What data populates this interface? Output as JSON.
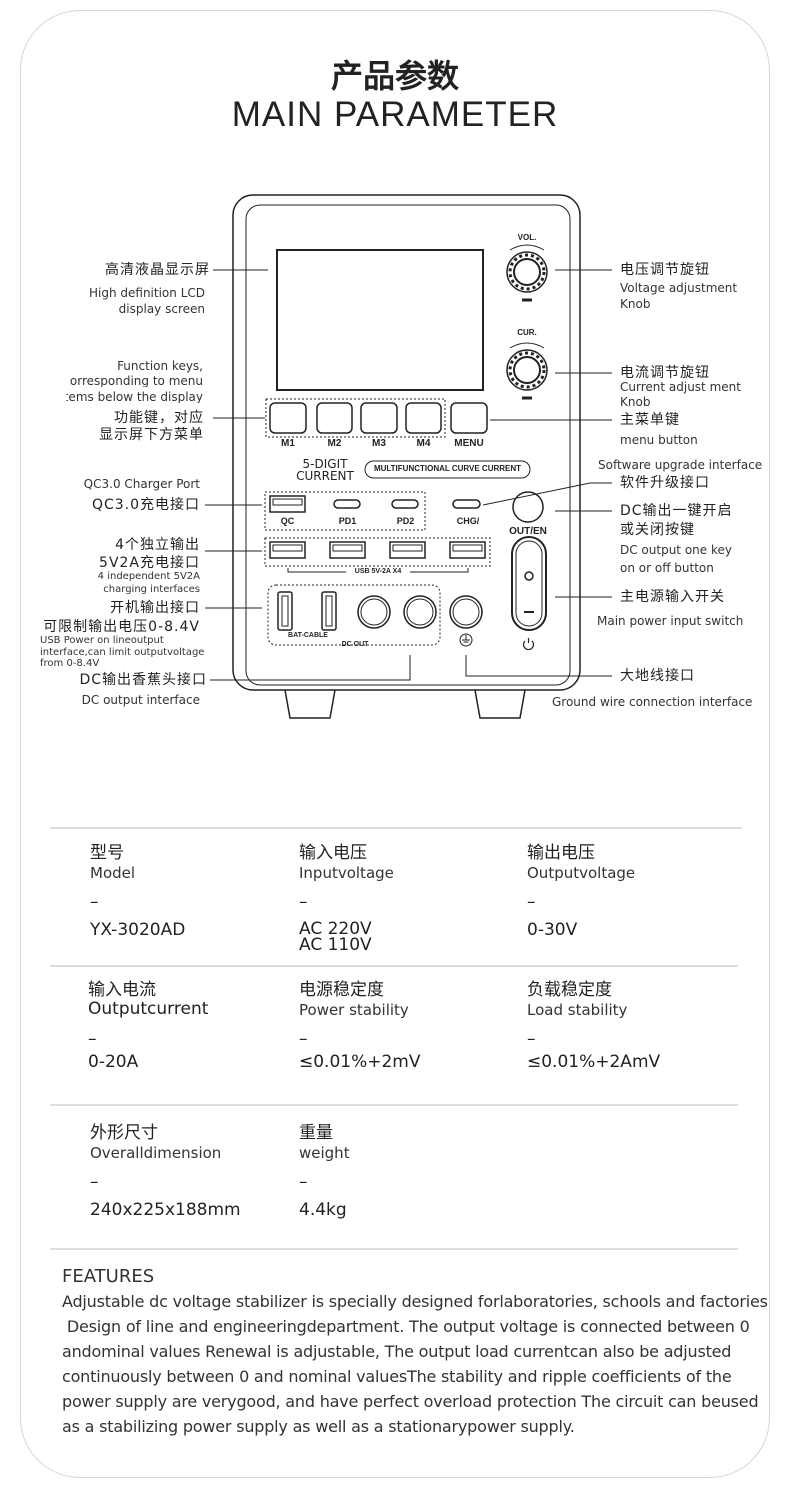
{
  "header": {
    "title_cn": "产品参数",
    "title_en": "MAIN PARAMETER"
  },
  "device": {
    "buttons": [
      "M1",
      "M2",
      "M3",
      "M4",
      "MENU"
    ],
    "brand_line1": "5-DIGIT",
    "brand_line2": "CURRENT",
    "pill": "MULTIFUNCTIONAL CURVE CURRENT",
    "ports": [
      "QC",
      "PD1",
      "PD2",
      "CHG/"
    ],
    "out_en": "OUT/EN",
    "usb_label": "USB 5V-2A X4",
    "bat_cable": "BAT-CABLE",
    "dc_out": "DC OUT",
    "vol": "VOL.",
    "cur": "CUR."
  },
  "left_labels": {
    "lcd_cn": "高清液晶显示屏",
    "lcd_en1": "High definition LCD",
    "lcd_en2": "display screen",
    "fn_en1": "Function keys,",
    "fn_en2": "corresponding to menu",
    "fn_en3": "items below the display",
    "fn_cn1": "功能键，对应",
    "fn_cn2": "显示屏下方菜单",
    "qc_en": "QC3.0 Charger Port",
    "qc_cn": "QC3.0充电接口",
    "usb_cn1": "4个独立输出",
    "usb_cn2": "5V2A充电接口",
    "usb_en1": "4 independent 5V2A",
    "usb_en2": "charging interfaces",
    "on_cn1": "开机输出接口",
    "on_cn2": "可限制输出电压0-8.4V",
    "on_en1": "USB Power on lineoutput",
    "on_en2": "interface,can limit outputvoltage",
    "on_en3": "from 0-8.4V",
    "dc_cn": "DC输出香蕉头接口",
    "dc_en": "DC output interface"
  },
  "right_labels": {
    "vol_cn": "电压调节旋钮",
    "vol_en1": "Voltage adjustment",
    "vol_en2": "Knob",
    "cur_cn": "电流调节旋钮",
    "cur_en1": "Current adjust ment",
    "cur_en2": "Knob",
    "menu_cn": "主菜单键",
    "menu_en": "menu button",
    "sw_en": "Software upgrade interface",
    "sw_cn": "软件升级接口",
    "dc_cn1": "DC输出一键开启",
    "dc_cn2": "或关闭按键",
    "dc_en1": "DC output one key",
    "dc_en2": "on or off button",
    "pw_cn": "主电源输入开关",
    "pw_en": "Main power input switch",
    "gnd_cn": "大地线接口",
    "gnd_en": "Ground wire connection interface"
  },
  "specs": [
    {
      "cn": "型号",
      "en": "Model",
      "dash": "–",
      "value": "YX-3020AD"
    },
    {
      "cn": "输入电压",
      "en": "Inputvoltage",
      "dash": "–",
      "value": "AC 220V",
      "value2": "AC 110V"
    },
    {
      "cn": "输出电压",
      "en": "Outputvoltage",
      "dash": "–",
      "value": "0-30V"
    },
    {
      "cn": "输入电流",
      "en": "Outputcurrent",
      "dash": "–",
      "value": "0-20A"
    },
    {
      "cn": "电源稳定度",
      "en": "Power stability",
      "dash": "–",
      "value": "≤0.01%+2mV"
    },
    {
      "cn": "负载稳定度",
      "en": "Load stability",
      "dash": "–",
      "value": "≤0.01%+2AmV"
    },
    {
      "cn": "外形尺寸",
      "en": "Overalldimension",
      "dash": "–",
      "value": "240x225x188mm"
    },
    {
      "cn": "重量",
      "en": "weight",
      "dash": "–",
      "value": "4.4kg"
    }
  ],
  "features": {
    "title": "FEATURES",
    "lines": [
      "Adjustable dc voltage stabilizer is specially designed forlaboratories, schools and factories",
      " Design of line and engineeringdepartment. The output voltage is connected between 0",
      "andominal values Renewal is adjustable, The output load currentcan also be adjusted",
      "continuously between 0 and nominal valuesThe stability and ripple coefficients of the",
      "power supply are verygood, and have perfect overload protection The circuit can beused",
      "as a stabilizing power supply as well as a stationarypower supply."
    ]
  }
}
